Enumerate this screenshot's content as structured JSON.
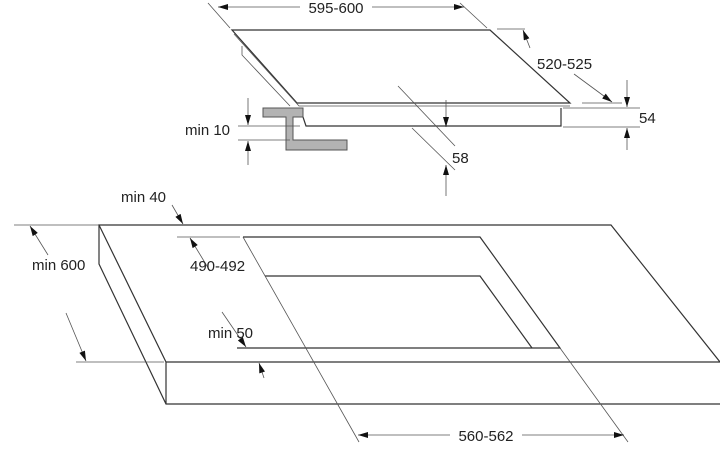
{
  "hob": {
    "width_label": "595-600",
    "depth_label": "520-525",
    "height_label": "54",
    "bracket_clearance_label": "min 10",
    "under_clearance_label": "58"
  },
  "countertop": {
    "back_margin_label": "min 40",
    "depth_label": "min 600",
    "cutout_depth_label": "490-492",
    "front_margin_label": "min 50",
    "cutout_width_label": "560-562"
  },
  "colors": {
    "line": "#333333",
    "bracket": "#b3b3b3"
  }
}
